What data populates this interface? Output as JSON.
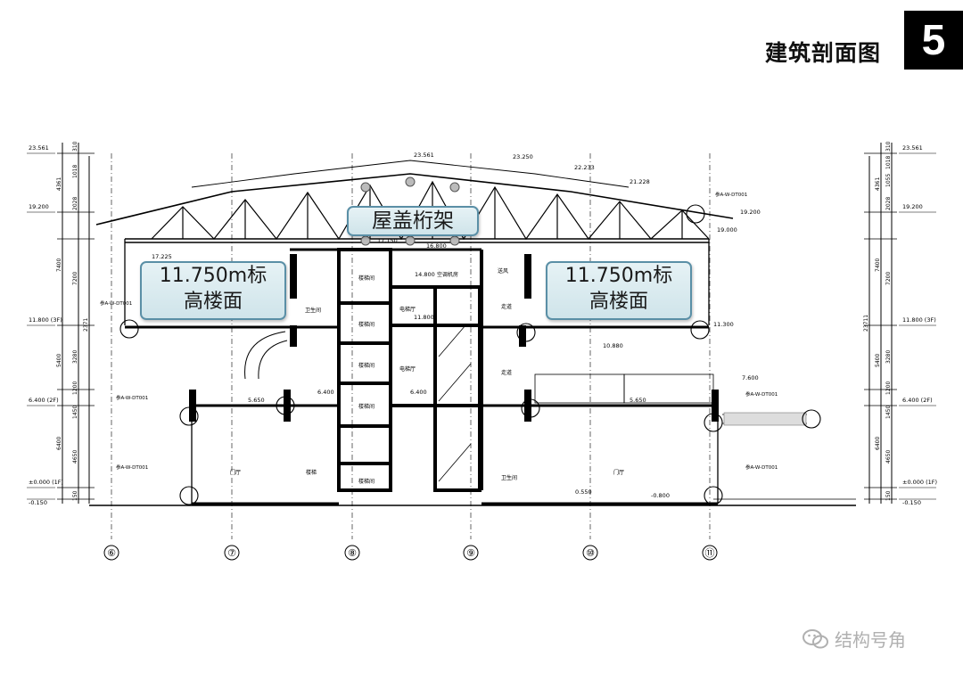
{
  "header": {
    "title": "建筑剖面图",
    "page_number": "5"
  },
  "callouts": {
    "left_line1": "11.750m标",
    "left_line2": "高楼面",
    "right_line1": "11.750m标",
    "right_line2": "高楼面",
    "roof": "屋盖桁架"
  },
  "elevations_left": [
    "23.561",
    "19.200",
    "11.800 (3F)",
    "6.400 (2F)",
    "±0.000 (1F)",
    "-0.150"
  ],
  "elevations_right": [
    "23.561",
    "19.200",
    "11.800 (3F)",
    "6.400 (2F)",
    "±0.000 (1F)",
    "-0.150"
  ],
  "dims_left": [
    "310",
    "1018",
    "4361",
    "2028",
    "7400",
    "7200",
    "2371",
    "5400",
    "3280",
    "1200",
    "1450",
    "6400",
    "4650",
    "150"
  ],
  "dims_right": [
    "310",
    "1018",
    "1055",
    "4361",
    "2028",
    "7400",
    "7200",
    "23711",
    "5400",
    "3280",
    "1200",
    "1450",
    "6400",
    "4650",
    "150"
  ],
  "roof_levels": [
    "23.561",
    "23.250",
    "22.233",
    "21.228",
    "19.200",
    "19.000",
    "17.225",
    "17.150",
    "16.800"
  ],
  "floor_levels": [
    "14.800",
    "11.800",
    "11.300",
    "10.880",
    "7.600",
    "6.400",
    "6.400",
    "5.650",
    "5.650",
    "0.550",
    "-0.800"
  ],
  "room_labels": [
    "楼梯间",
    "楼梯间",
    "楼梯间",
    "楼梯间",
    "楼梯间",
    "电梯厅",
    "电梯厅",
    "空调机房",
    "送风",
    "走道",
    "走道",
    "门厅",
    "门厅",
    "楼梯",
    "卫生间",
    "卫生间"
  ],
  "axis_labels": [
    "⑥",
    "⑦",
    "⑧",
    "⑨",
    "⑩",
    "⑪"
  ],
  "detail_refs": [
    "参A-W-DT001",
    "参A-W-DT001",
    "参A-W-DT001",
    "参A-W-DT001",
    "参A-W-DT001",
    "参A-W-DT001"
  ],
  "watermark": "结构号角"
}
